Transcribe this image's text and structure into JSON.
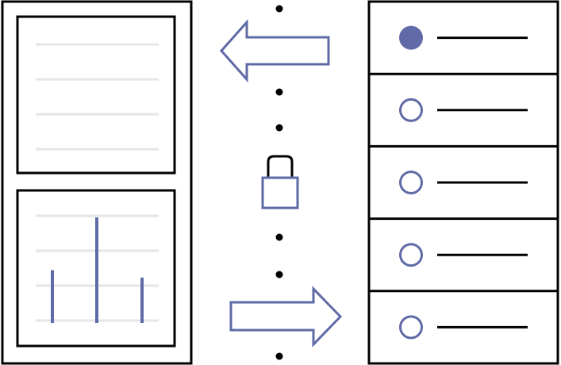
{
  "colors": {
    "outline": "#000000",
    "accent": "#5f6aa6",
    "guide": "#e6e6e6",
    "background": "#ffffff"
  },
  "icons": {
    "arrow_left": "arrow-left-icon",
    "arrow_right": "arrow-right-icon",
    "lock": "lock-icon",
    "radio_selected": "radio-selected-icon",
    "radio_unselected": "radio-unselected-icon"
  },
  "selection_list": {
    "item_count": 5,
    "selected_index": 0
  },
  "mini_chart": {
    "bars": [
      0.5,
      1.0,
      0.43
    ]
  }
}
